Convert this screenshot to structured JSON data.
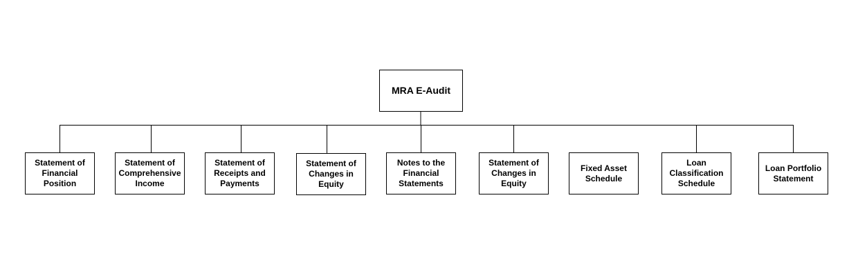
{
  "root": {
    "label": "MRA E-Audit"
  },
  "children": [
    {
      "label": "Statement of Financial Position"
    },
    {
      "label": "Statement of Comprehensive Income"
    },
    {
      "label": "Statement of Receipts and Payments"
    },
    {
      "label": "Statement of Changes in Equity"
    },
    {
      "label": "Notes to the Financial Statements"
    },
    {
      "label": "Statement of Changes in Equity"
    },
    {
      "label": "Fixed Asset Schedule"
    },
    {
      "label": "Loan Classification Schedule"
    },
    {
      "label": "Loan Portfolio Statement"
    }
  ],
  "colors": {
    "line": "#000000",
    "box_border": "#000000",
    "text": "#000000",
    "background": "#ffffff"
  }
}
